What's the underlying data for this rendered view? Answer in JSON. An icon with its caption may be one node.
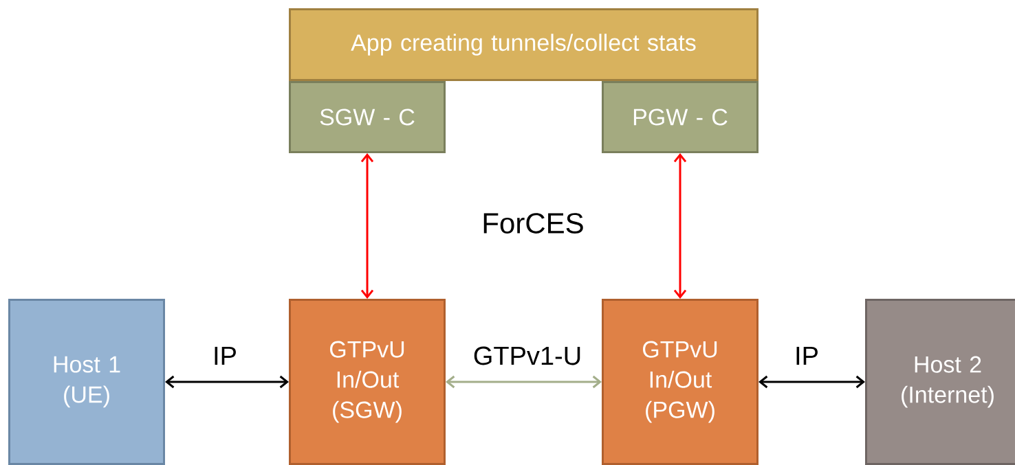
{
  "diagram": {
    "nodes": [
      {
        "text": [
          "App creating tunnels/collect stats"
        ]
      },
      {
        "text": [
          "SGW - C"
        ]
      },
      {
        "text": [
          "PGW - C"
        ]
      },
      {
        "text": [
          "Host 1 (UE)"
        ]
      },
      {
        "text": [
          "GTPvU In/Out (SGW)"
        ]
      },
      {
        "text": [
          "GTPvU In/Out (PGW)"
        ]
      },
      {
        "text": [
          "Host 2 (Internet)"
        ]
      }
    ],
    "edges": [
      {
        "from": 1,
        "to": 4,
        "arrow": "both",
        "color": "#ff0000"
      },
      {
        "from": 2,
        "to": 5,
        "arrow": "both",
        "color": "#ff0000"
      },
      {
        "from": 3,
        "to": 4,
        "arrow": "both",
        "label": "IP",
        "color": "#000000"
      },
      {
        "from": 4,
        "to": 5,
        "arrow": "both",
        "label": "GTPv1-U",
        "color": "#a3ae8a"
      },
      {
        "from": 5,
        "to": 6,
        "arrow": "both",
        "label": "IP",
        "color": "#000000"
      }
    ],
    "labels": [
      "ForCES"
    ]
  }
}
